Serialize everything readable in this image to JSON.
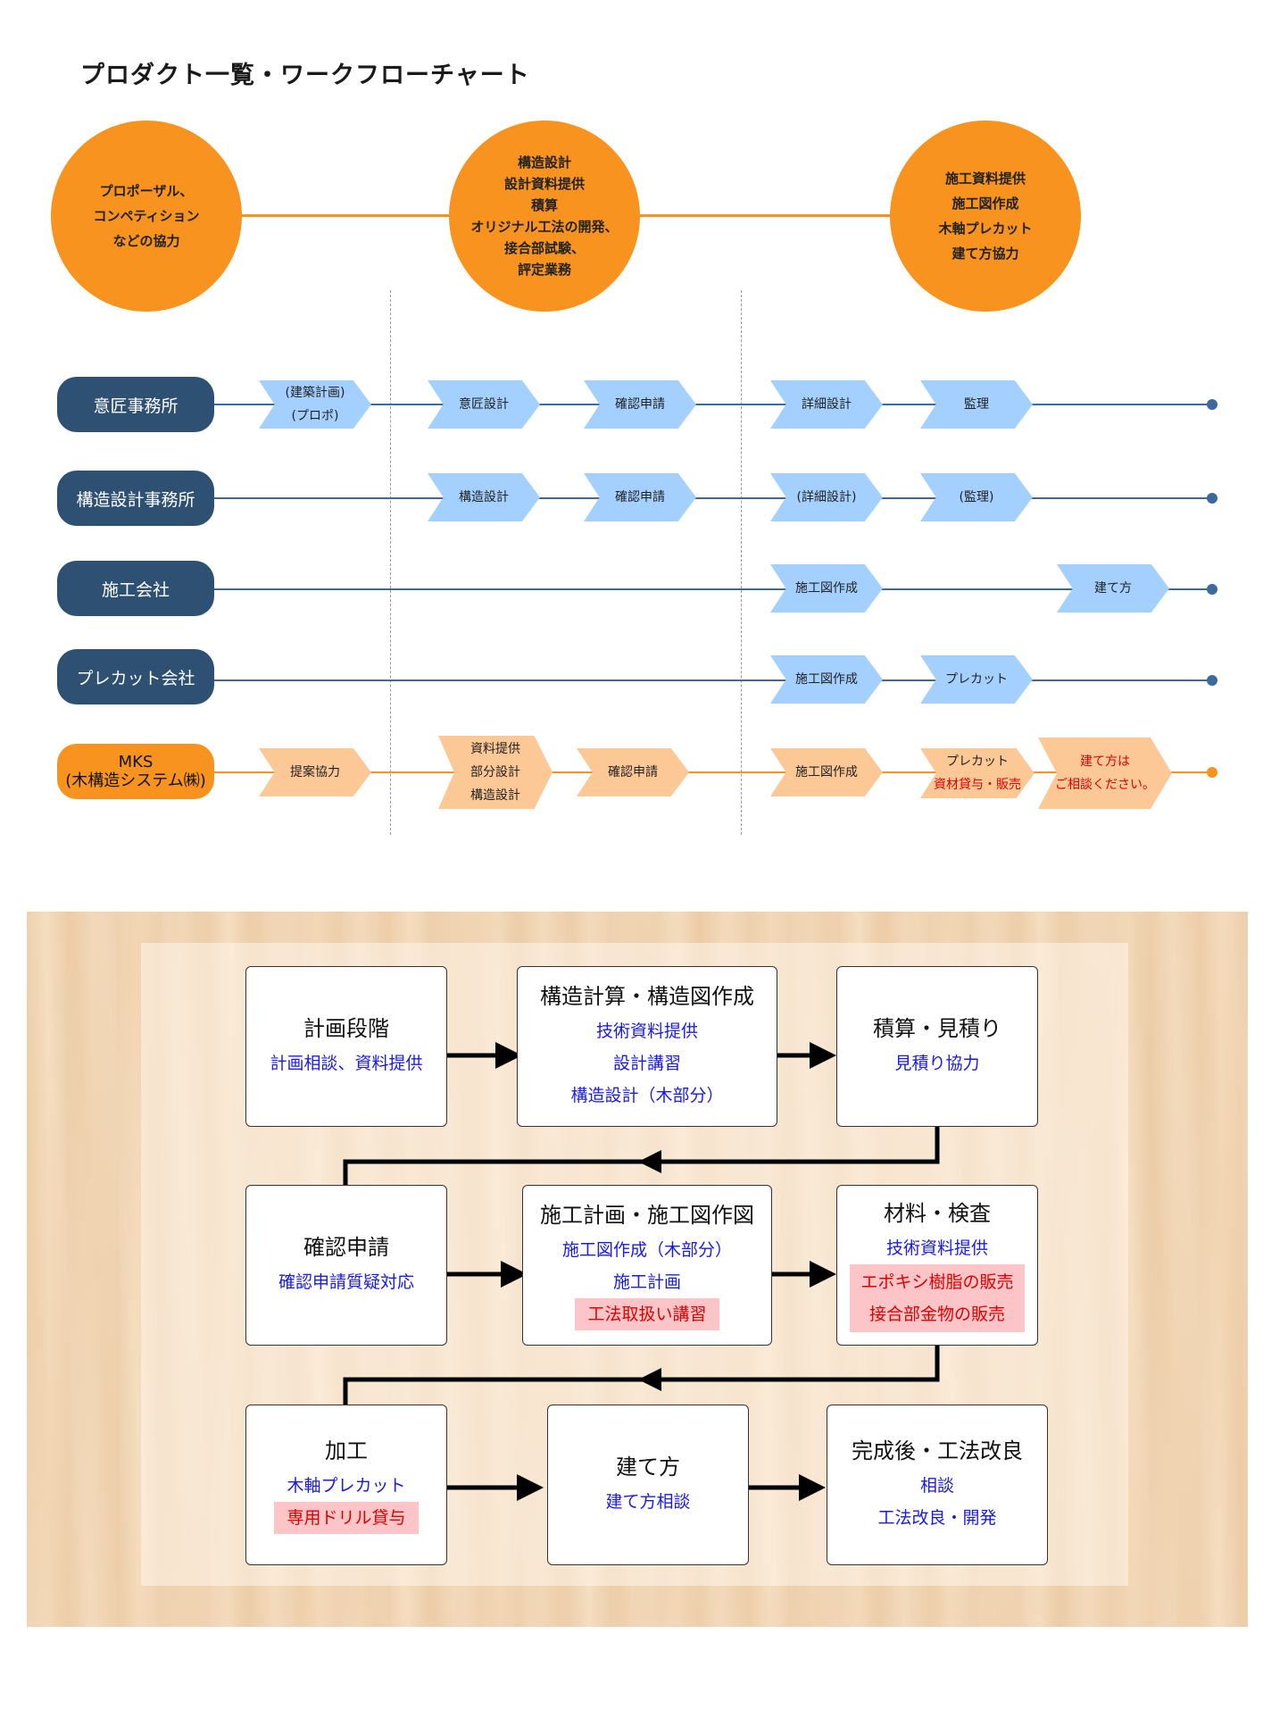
{
  "title": "プロダクト一覧・ワークフローチャート",
  "phases": [
    {
      "lines": [
        "プロポーザル、",
        "コンペティション",
        "などの協力"
      ]
    },
    {
      "lines": [
        "構造設計",
        "設計資料提供",
        "積算",
        "オリジナル工法の開発、",
        "接合部試験、",
        "評定業務"
      ]
    },
    {
      "lines": [
        "施工資料提供",
        "施工図作成",
        "木軸プレカット",
        "建て方協力"
      ]
    }
  ],
  "roles": {
    "design_office": "意匠事務所",
    "structural_office": "構造設計事務所",
    "construction": "施工会社",
    "precut": "プレカット会社",
    "mks_line1": "MKS",
    "mks_line2": "(木構造システム㈱)"
  },
  "rows": {
    "design": [
      {
        "l1": "(建築計画)",
        "l2": "(プロポ)"
      },
      {
        "l1": "意匠設計"
      },
      {
        "l1": "確認申請"
      },
      {
        "l1": "詳細設計"
      },
      {
        "l1": "監理"
      }
    ],
    "structural": [
      {
        "l1": "構造設計"
      },
      {
        "l1": "確認申請"
      },
      {
        "l1": "(詳細設計)"
      },
      {
        "l1": "(監理)"
      }
    ],
    "construction": [
      {
        "l1": "施工図作成"
      },
      {
        "l1": "建て方"
      }
    ],
    "precut": [
      {
        "l1": "施工図作成"
      },
      {
        "l1": "プレカット"
      }
    ],
    "mks": [
      {
        "l1": "提案協力"
      },
      {
        "l1": "資料提供",
        "l2": "部分設計",
        "l3": "構造設計"
      },
      {
        "l1": "確認申請"
      },
      {
        "l1": "施工図作成"
      },
      {
        "l1": "プレカット",
        "l2": "資材貸与・販売"
      },
      {
        "l1": "建て方は",
        "l2": "ご相談ください。"
      }
    ]
  },
  "flow": {
    "plan": {
      "heading": "計画段階",
      "l1": "計画相談、資料提供"
    },
    "struct": {
      "heading": "構造計算・構造図作成",
      "l1": "技術資料提供",
      "l2": "設計講習",
      "l3": "構造設計（木部分）"
    },
    "estimate": {
      "heading": "積算・見積り",
      "l1": "見積り協力"
    },
    "confirm": {
      "heading": "確認申請",
      "l1": "確認申請質疑対応"
    },
    "construction_plan": {
      "heading": "施工計画・施工図作図",
      "l1": "施工図作成（木部分）",
      "l2": "施工計画",
      "r1": "工法取扱い講習"
    },
    "material": {
      "heading": "材料・検査",
      "l1": "技術資料提供",
      "r1": "エポキシ樹脂の販売",
      "r2": "接合部金物の販売"
    },
    "process": {
      "heading": "加工",
      "l1": "木軸プレカット",
      "r1": "専用ドリル貸与"
    },
    "erection": {
      "heading": "建て方",
      "l1": "建て方相談"
    },
    "after": {
      "heading": "完成後・工法改良",
      "l1": "相談",
      "l2": "工法改良・開発"
    }
  },
  "colors": {
    "phase_orange": "#f7931e",
    "role_navy": "#2e5073",
    "track_blue": "#3a6a9e",
    "track_orange": "#f7931e",
    "chevron_blue": "#a3d0ff",
    "chevron_orange": "#fcc896",
    "label_blue": "#1a1ae6",
    "label_red": "#e00000",
    "highlight_pink": "#fdc5c8"
  }
}
